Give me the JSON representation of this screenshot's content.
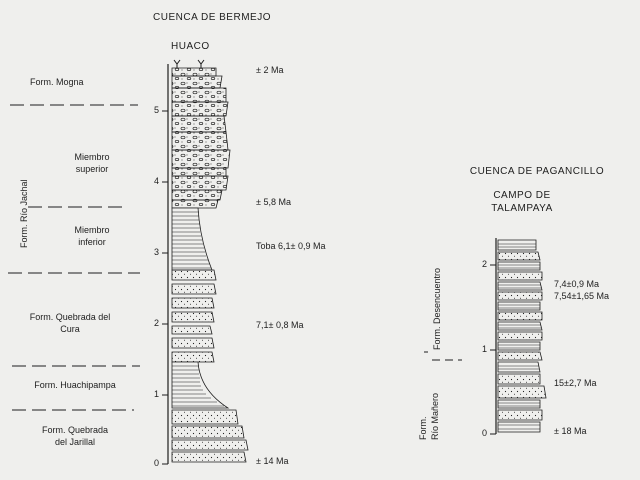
{
  "basin_1": {
    "title": "CUENCA DE BERMEJO",
    "section_name": "HUACO",
    "scale_ticks": [
      "0",
      "1",
      "2",
      "3",
      "4",
      "5"
    ],
    "units": {
      "mogna": "Form. Mogna",
      "rio_jachal": "Form. Río Jachal",
      "miembro_superior": [
        "Miembro",
        "superior"
      ],
      "miembro_inferior": [
        "Miembro",
        "inferior"
      ],
      "quebrada_del_cura": [
        "Form. Quebrada del",
        "Cura"
      ],
      "huachipampa": "Form. Huachipampa",
      "quebrada_del_jarillal": [
        "Form. Quebrada",
        "del Jarillal"
      ]
    },
    "ages": {
      "top": "± 2 Ma",
      "mid_upper": "± 5,8 Ma",
      "toba": "Toba 6,1± 0,9 Ma",
      "cura": "7,1± 0,8 Ma",
      "base": "± 14 Ma"
    }
  },
  "basin_2": {
    "title": "CUENCA DE PAGANCILLO",
    "section_name": [
      "CAMPO DE",
      "TALAMPAYA"
    ],
    "scale_ticks": [
      "0",
      "1",
      "2"
    ],
    "units": {
      "desencuentro": "Form. Desencuentro",
      "rio_manero": [
        "Form.",
        "Río Mañero"
      ]
    },
    "ages": {
      "upper_1": "7,4±0,9 Ma",
      "upper_2": "7,54±1,65 Ma",
      "middle": "15±2,7 Ma",
      "base": "± 18 Ma"
    }
  },
  "colors": {
    "background": "#efefed",
    "ink": "#1e1e1e"
  }
}
